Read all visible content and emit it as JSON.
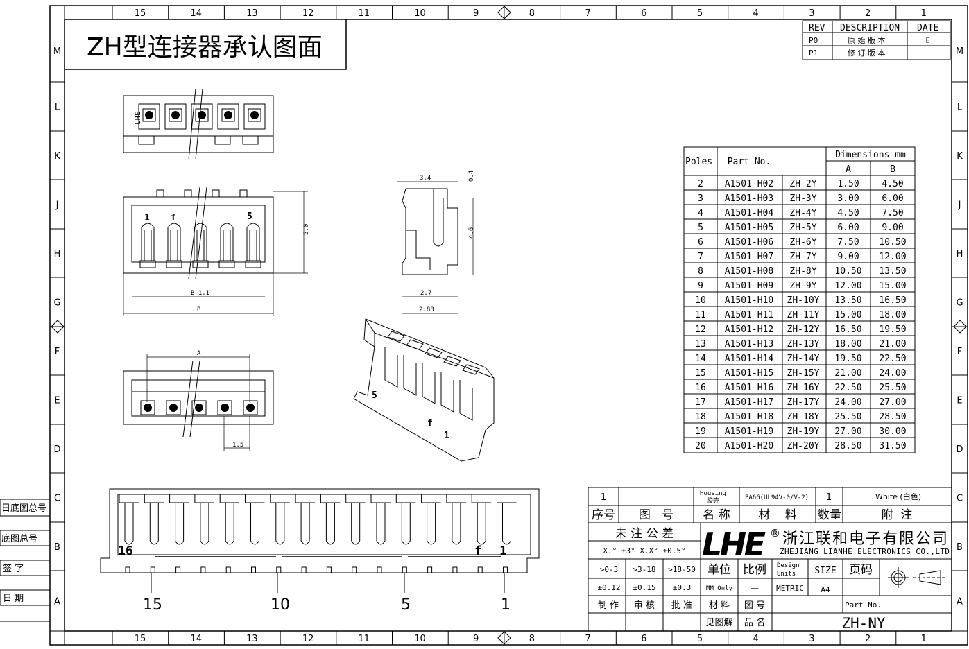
{
  "title": "ZH型连接器承认图面",
  "column_labels": [
    "15",
    "14",
    "13",
    "12",
    "11",
    "10",
    "9",
    "8",
    "7",
    "6",
    "5",
    "4",
    "3",
    "2",
    "1"
  ],
  "row_labels": [
    "M",
    "L",
    "K",
    "J",
    "H",
    "G",
    "F",
    "E",
    "D",
    "C",
    "B",
    "A"
  ],
  "revision": {
    "headers": [
      "REV",
      "DESCRIPTION",
      "DATE"
    ],
    "rows": [
      [
        "P0",
        "原 始 版 本",
        "E"
      ],
      [
        "P1",
        "修 订 版 本",
        ""
      ]
    ]
  },
  "left_strip": [
    "日底图总号",
    "底图总号",
    "签 字",
    "日 期"
  ],
  "dimensions": {
    "top_w": "3.4",
    "top_h": "0.4",
    "side_h": "4.6",
    "side_w1": "2.7",
    "side_w2": "2.88",
    "front_h": "5.0",
    "b_minus": "B-1.1",
    "b": "B",
    "a": "A",
    "pitch": "1.5"
  },
  "marks": {
    "pin1": "1",
    "pin5": "5",
    "f": "f",
    "logo": "LHE"
  },
  "bottom_view": {
    "left_num": "16",
    "right_f": "f",
    "right_num": "1",
    "pins": [
      "15",
      "10",
      "5",
      "1"
    ]
  },
  "parts_table": {
    "headers": {
      "poles": "Poles",
      "part_no": "Part No.",
      "dims": "Dimensions mm",
      "a": "A",
      "b": "B"
    },
    "rows": [
      [
        "2",
        "A1501-H02",
        "ZH-2Y",
        "1.50",
        "4.50"
      ],
      [
        "3",
        "A1501-H03",
        "ZH-3Y",
        "3.00",
        "6.00"
      ],
      [
        "4",
        "A1501-H04",
        "ZH-4Y",
        "4.50",
        "7.50"
      ],
      [
        "5",
        "A1501-H05",
        "ZH-5Y",
        "6.00",
        "9.00"
      ],
      [
        "6",
        "A1501-H06",
        "ZH-6Y",
        "7.50",
        "10.50"
      ],
      [
        "7",
        "A1501-H07",
        "ZH-7Y",
        "9.00",
        "12.00"
      ],
      [
        "8",
        "A1501-H08",
        "ZH-8Y",
        "10.50",
        "13.50"
      ],
      [
        "9",
        "A1501-H09",
        "ZH-9Y",
        "12.00",
        "15.00"
      ],
      [
        "10",
        "A1501-H10",
        "ZH-10Y",
        "13.50",
        "16.50"
      ],
      [
        "11",
        "A1501-H11",
        "ZH-11Y",
        "15.00",
        "18.00"
      ],
      [
        "12",
        "A1501-H12",
        "ZH-12Y",
        "16.50",
        "19.50"
      ],
      [
        "13",
        "A1501-H13",
        "ZH-13Y",
        "18.00",
        "21.00"
      ],
      [
        "14",
        "A1501-H14",
        "ZH-14Y",
        "19.50",
        "22.50"
      ],
      [
        "15",
        "A1501-H15",
        "ZH-15Y",
        "21.00",
        "24.00"
      ],
      [
        "16",
        "A1501-H16",
        "ZH-16Y",
        "22.50",
        "25.50"
      ],
      [
        "17",
        "A1501-H17",
        "ZH-17Y",
        "24.00",
        "27.00"
      ],
      [
        "18",
        "A1501-H18",
        "ZH-18Y",
        "25.50",
        "28.50"
      ],
      [
        "19",
        "A1501-H19",
        "ZH-19Y",
        "27.00",
        "30.00"
      ],
      [
        "20",
        "A1501-H20",
        "ZH-20Y",
        "28.50",
        "31.50"
      ]
    ]
  },
  "title_block": {
    "item_no": "1",
    "name_en": "Housing",
    "name_cn": "胶壳",
    "material": "PA66(UL94V-0/V-2)",
    "qty": "1",
    "note": "White (白色)",
    "h_seq": "序号",
    "h_drawing": "图   号",
    "h_name": "名 称",
    "h_material": "材    料",
    "h_qty": "数量",
    "h_note": "附  注",
    "tol_title": "未 注 公 差",
    "tol_angles": "X.° ±3°  X.X° ±0.5°",
    "tol_r1": ">0-3",
    "tol_r2": ">3-18",
    "tol_r3": ">18-50",
    "tol_v1": "±0.12",
    "tol_v2": "±0.15",
    "tol_v3": "±0.3",
    "logo": "LHE",
    "reg": "®",
    "company_cn": "浙江联和电子有限公司",
    "company_en": "ZHEJIANG LIANHE ELECTRONICS CO.,LTD",
    "unit_label": "单位",
    "scale_label": "比例",
    "design_units_1": "Design",
    "design_units_2": "Units",
    "size_label": "SIZE",
    "page_label": "页码",
    "unit_val": "MM Only",
    "scale_val": "——",
    "design_val": "METRIC",
    "size_val": "A4",
    "made": "制 作",
    "check": "审 核",
    "approve": "批 准",
    "mat2": "材 料",
    "dwg2": "图 号",
    "part_no_label": "Part No.",
    "see_fig": "见图解",
    "product_name": "品 名",
    "part_no_val": "ZH-NY"
  }
}
